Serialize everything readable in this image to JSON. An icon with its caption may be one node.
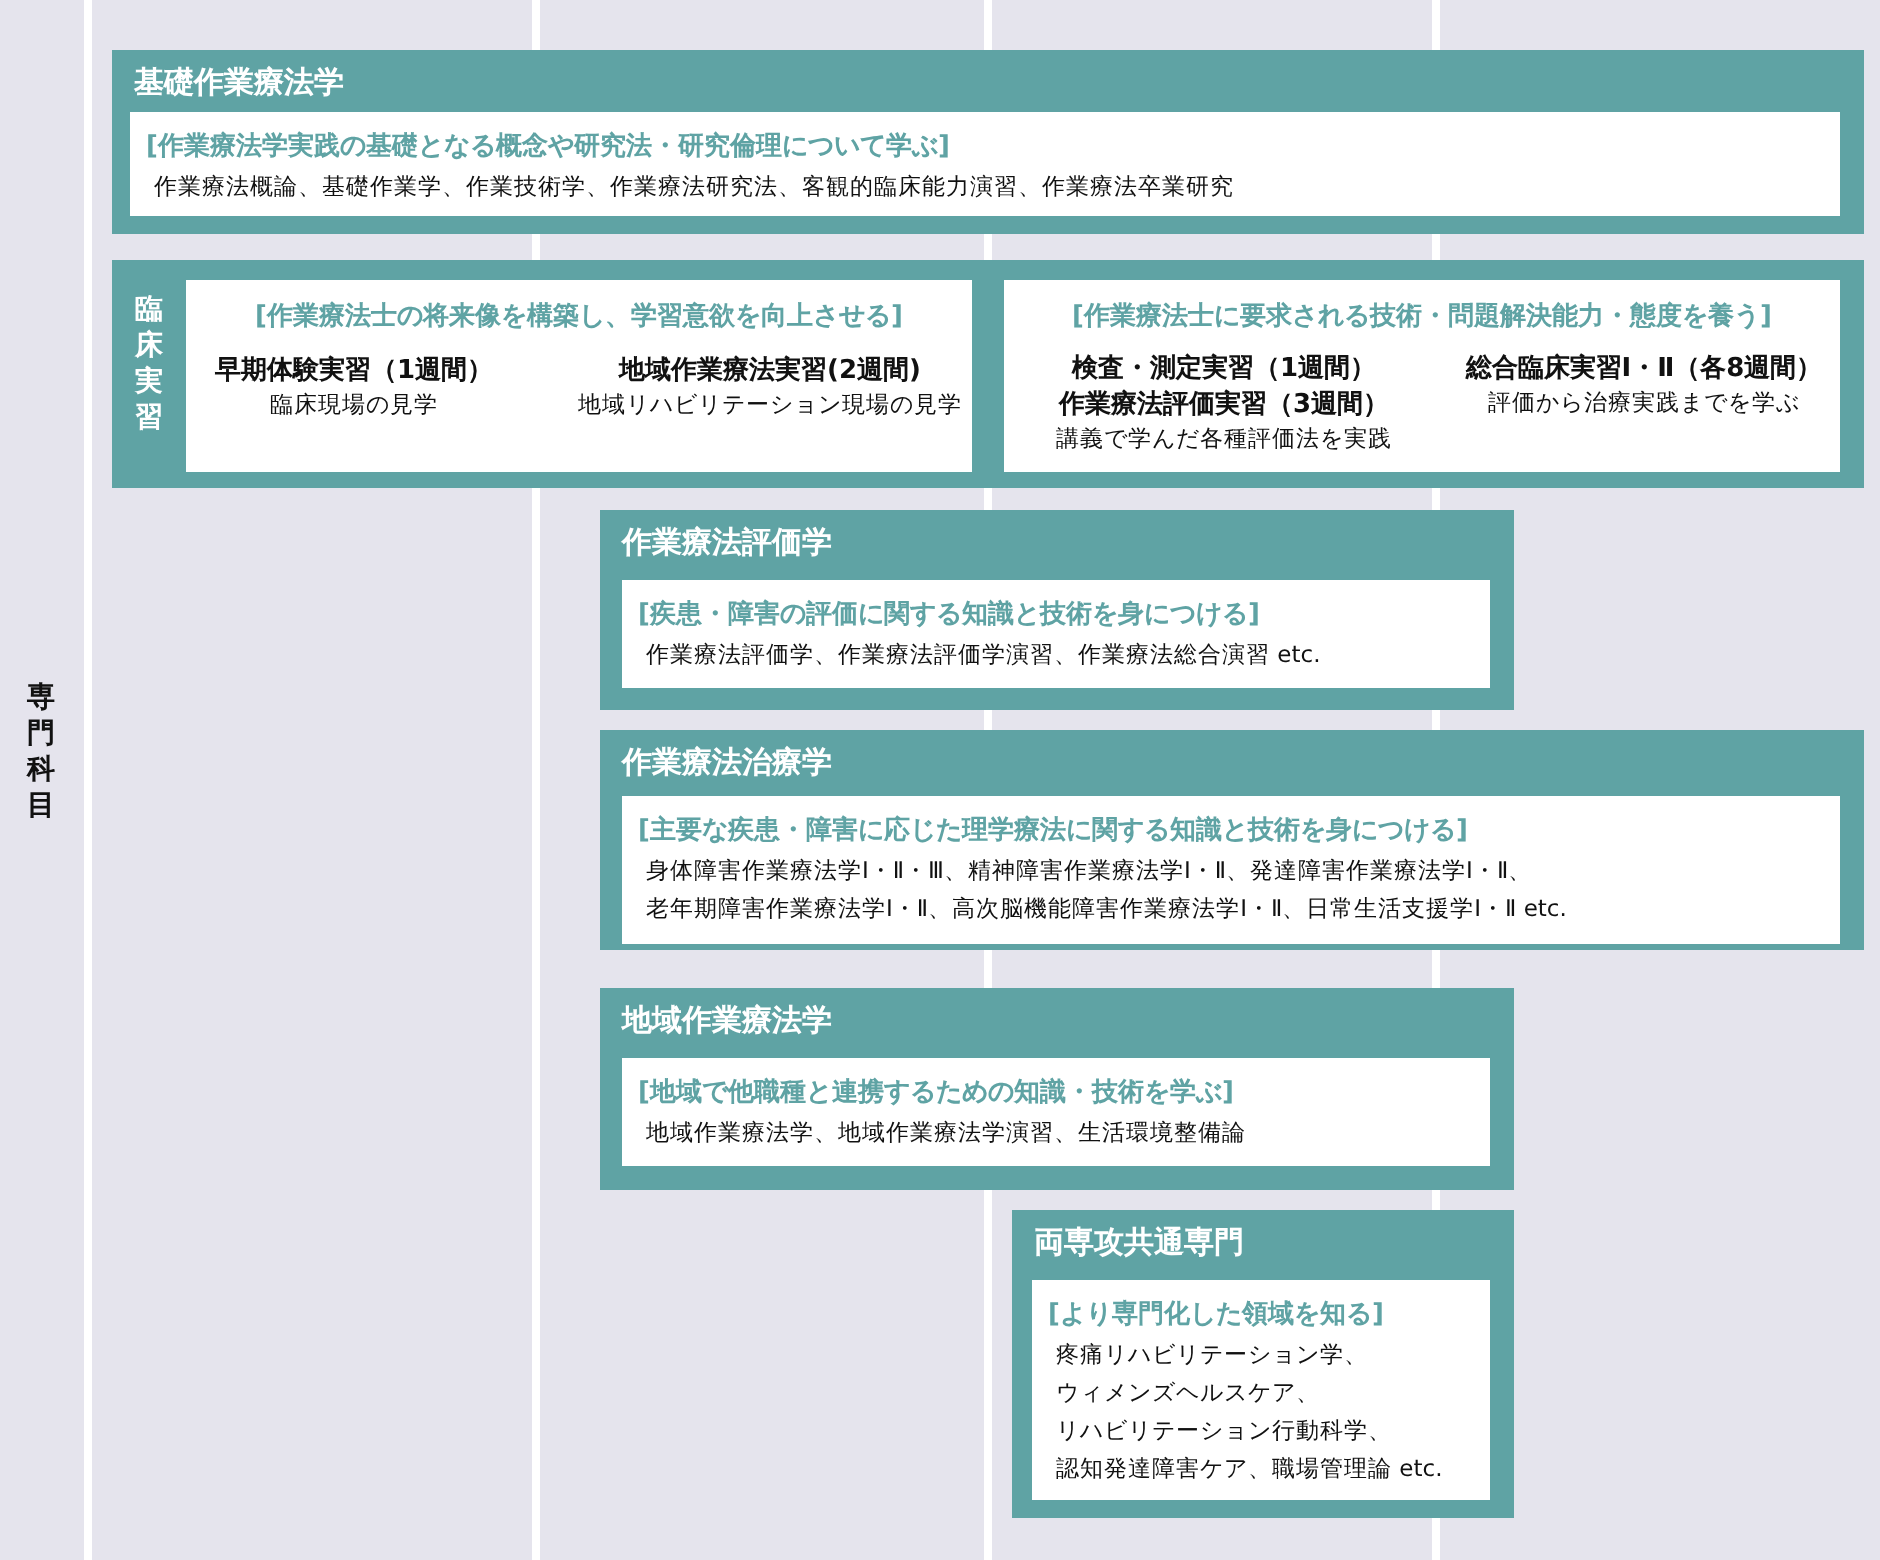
{
  "diagram": {
    "nodes": [
      {
        "text": [
          "専門科目"
        ]
      },
      {
        "text": [
          "基礎作業療法学"
        ]
      },
      {
        "text": [
          "[作業療法学実践の基礎となる概念や研究法・研究倫理について学ぶ]",
          "作業療法概論、基礎作業学、作業技術学、作業療法研究法、客観的臨床能力演習、作業療法卒業研究"
        ],
        "in": 1
      },
      {
        "text": [
          "臨床実習"
        ]
      },
      {
        "text": [
          "[作業療法士の将来像を構築し、学習意欲を向上させる]",
          "早期体験実習（1週間）",
          "臨床現場の見学",
          "地域作業療法実習(2週間)",
          "地域リハビリテーション現場の見学"
        ],
        "in": 3
      },
      {
        "text": [
          "[作業療法士に要求される技術・問題解決能力・態度を養う]",
          "検査・測定実習（1週間）",
          "作業療法評価実習（3週間）",
          "講義で学んだ各種評価法を実践",
          "総合臨床実習Ⅰ・Ⅱ（各8週間）",
          "評価から治療実践までを学ぶ"
        ],
        "in": 3
      },
      {
        "text": [
          "作業療法評価学"
        ]
      },
      {
        "text": [
          "[疾患・障害の評価に関する知識と技術を身につける]",
          "作業療法評価学、作業療法評価学演習、作業療法総合演習 etc."
        ],
        "in": 6
      },
      {
        "text": [
          "作業療法治療学"
        ]
      },
      {
        "text": [
          "[主要な疾患・障害に応じた理学療法に関する知識と技術を身につける]",
          "身体障害作業療法学Ⅰ・Ⅱ・Ⅲ、精神障害作業療法学Ⅰ・Ⅱ、発達障害作業療法学Ⅰ・Ⅱ、老年期障害作業療法学Ⅰ・Ⅱ、高次脳機能障害作業療法学Ⅰ・Ⅱ、日常生活支援学Ⅰ・Ⅱ etc."
        ],
        "in": 8
      },
      {
        "text": [
          "地域作業療法学"
        ]
      },
      {
        "text": [
          "[地域で他職種と連携するための知識・技術を学ぶ]",
          "地域作業療法学、地域作業療法学演習、生活環境整備論"
        ],
        "in": 10
      },
      {
        "text": [
          "両専攻共通専門"
        ]
      },
      {
        "text": [
          "[より専門化した領域を知る]",
          "疼痛リハビリテーション学、ウィメンズヘルスケア、リハビリテーション行動科学、認知発達障害ケア、職場管理論 etc."
        ],
        "in": 12
      }
    ],
    "edges": []
  }
}
